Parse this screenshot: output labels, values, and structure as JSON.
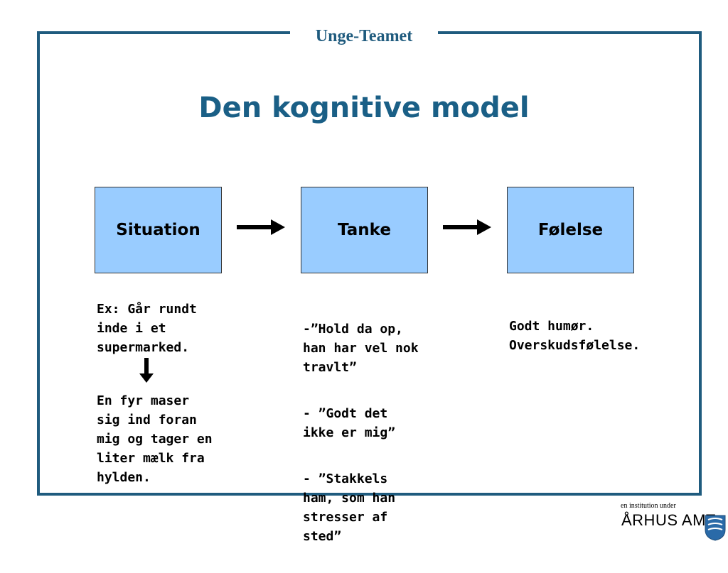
{
  "header": {
    "title": "Unge-Teamet"
  },
  "slide": {
    "title": "Den kognitive model"
  },
  "boxes": [
    {
      "label": "Situation"
    },
    {
      "label": "Tanke"
    },
    {
      "label": "Følelse"
    }
  ],
  "situation": {
    "example": "Ex: Går rundt\ninde i et\nsupermarked.",
    "event": "En fyr maser\nsig ind foran\nmig og tager en\nliter mælk fra\nhylden."
  },
  "thoughts": [
    "-”Hold da op,\nhan har vel nok\ntravlt”",
    "- ”Godt det\nikke er mig”",
    "- ”Stakkels\nham, som han\nstresser af\nsted”"
  ],
  "feelings": {
    "text": "Godt humør.\nOverskudsfølelse."
  },
  "footer": {
    "small_text": "en institution under",
    "brand": "ÅRHUS AMT"
  },
  "colors": {
    "frame": "#1f5b7e",
    "title": "#1a5f86",
    "box_fill": "#99ccff"
  },
  "icons": {
    "arrow": "arrow-right-icon",
    "down": "arrow-down-icon",
    "logo": "shield-icon"
  }
}
